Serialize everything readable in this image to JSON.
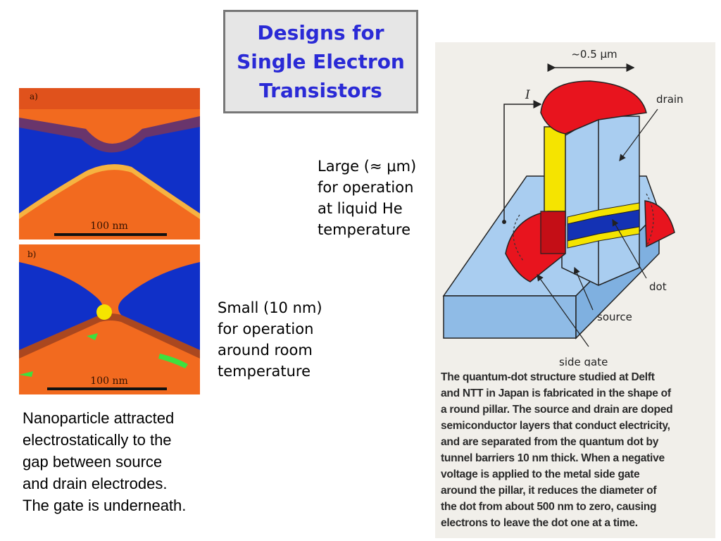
{
  "title": {
    "line1": "Designs for",
    "line2": "Single Electron",
    "line3": "Transistors"
  },
  "micrographs": {
    "top": {
      "panel_label": "a)",
      "scale_label": "100 nm"
    },
    "bottom": {
      "panel_label": "b)",
      "scale_label": "100 nm"
    }
  },
  "notes": {
    "large": {
      "line1": "Large (≈ μm)",
      "line2": "for operation",
      "line3": "at liquid He",
      "line4": "temperature"
    },
    "small": {
      "line1": "Small (10 nm)",
      "line2": "for operation",
      "line3": "around room",
      "line4": "temperature"
    },
    "nanoparticle": {
      "line1": "Nanoparticle attracted",
      "line2": "electrostatically to the",
      "line3": "gap  between  source",
      "line4": "and  drain  electrodes.",
      "line5": "The gate is underneath."
    }
  },
  "diagram": {
    "dimension": "~0.5 μm",
    "current": "I",
    "drain": "drain",
    "dot": "dot",
    "source": "source",
    "side_gate": "side gate"
  },
  "caption": {
    "lines": [
      "The quantum-dot structure studied at Delft",
      "and NTT in Japan is fabricated in the shape of",
      "a round pillar. The source and drain are doped",
      "semiconductor layers that conduct electricity,",
      "and are separated from the quantum dot by",
      "tunnel barriers 10 nm thick. When a negative",
      "voltage is applied to the metal side gate",
      "around the pillar, it reduces the diameter of",
      "the dot from about 500 nm to zero, causing",
      "electrons to leave the dot one at a time."
    ]
  },
  "colors": {
    "title_text": "#2a2ad6",
    "micro_orange": "#f26a1f",
    "micro_blue": "#1030c8",
    "diagram_red": "#e8141e",
    "diagram_blue_light": "#a9cdf0",
    "diagram_yellow": "#f5e400",
    "diagram_dot_blue": "#1432b4"
  }
}
